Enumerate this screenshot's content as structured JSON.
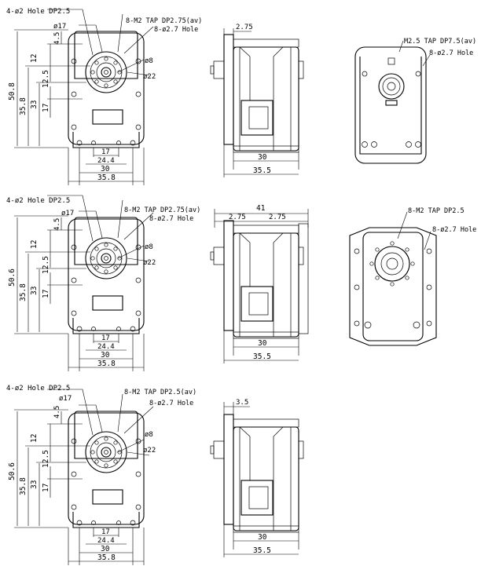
{
  "drawing": {
    "rows": [
      {
        "callouts": {
          "holes4": "4-ø2 Hole DP2.5",
          "tap8": "8-M2 TAP DP2.75(av)",
          "holes8": "8-ø2.7 Hole",
          "d17": "ø17",
          "d8": "ø8",
          "d22": "ø22",
          "d45": "4.5"
        },
        "front_dims": {
          "h508": "50.8",
          "h358": "35.8",
          "h33": "33",
          "h17": "17",
          "h125": "12.5",
          "h12": "12",
          "w17": "17",
          "w244": "24.4",
          "w30": "30",
          "w358": "35.8"
        },
        "side_dims": {
          "top": "2.75",
          "w30": "30",
          "w355": "35.5"
        },
        "back_callouts": {
          "tap": "M2.5 TAP DP7.5(av)",
          "holes": "8-ø2.7 Hole"
        }
      },
      {
        "callouts": {
          "holes4": "4-ø2 Hole DP2.5",
          "tap8": "8-M2 TAP DP2.75(av)",
          "holes8": "8-ø2.7 Hole",
          "d17": "ø17",
          "d8": "ø8",
          "d22": "ø22",
          "d45": "4.5"
        },
        "front_dims": {
          "h508": "50.6",
          "h358": "35.8",
          "h33": "33",
          "h17": "17",
          "h125": "12.5",
          "h12": "12",
          "w17": "17",
          "w244": "24.4",
          "w30": "30",
          "w358": "35.8"
        },
        "side_dims": {
          "overall": "41",
          "left": "2.75",
          "right": "2.75",
          "w30": "30",
          "w355": "35.5"
        },
        "back_callouts": {
          "tap": "8-M2 TAP DP2.5",
          "holes": "8-ø2.7 Hole"
        }
      },
      {
        "callouts": {
          "holes4": "4-ø2 Hole DP2.5",
          "tap8": "8-M2 TAP DP2.5(av)",
          "holes8": "8-ø2.7 Hole",
          "d17": "ø17",
          "d8": "ø8",
          "d22": "ø22",
          "d45": "4.5"
        },
        "front_dims": {
          "h508": "50.6",
          "h358": "35.8",
          "h33": "33",
          "h17": "17",
          "h125": "12.5",
          "h12": "12",
          "w17": "17",
          "w244": "24.4",
          "w30": "30",
          "w358": "35.8"
        },
        "side_dims": {
          "top": "3.5",
          "w30": "30",
          "w355": "35.5"
        }
      }
    ]
  }
}
